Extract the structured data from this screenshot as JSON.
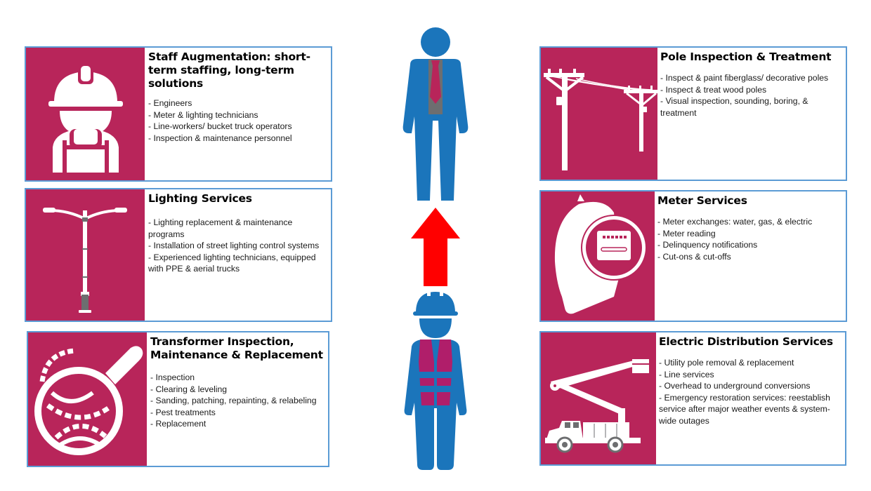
{
  "colors": {
    "accent_magenta": "#b8255a",
    "border_blue": "#5b9bd5",
    "figure_blue": "#1b75bb",
    "arrow_red": "#ff0000",
    "tie_gray": "#6d6e70"
  },
  "left_column": [
    {
      "title": "Staff Augmentation: short-term staffing, long-term solutions",
      "icon": "worker-hardhat-icon",
      "items": [
        "Engineers",
        "Meter & lighting technicians",
        "Line-workers/ bucket truck operators",
        "Inspection & maintenance personnel"
      ]
    },
    {
      "title": "Lighting Services",
      "icon": "street-light-icon",
      "items": [
        "Lighting replacement & maintenance programs",
        "Installation of street lighting control systems",
        "Experienced lighting technicians, equipped with PPE & aerial trucks"
      ]
    },
    {
      "title": "Transformer Inspection, Maintenance & Replacement",
      "icon": "magnifier-gears-icon",
      "items": [
        "Inspection",
        "Clearing & leveling",
        "Sanding, patching, repainting, & relabeling",
        "Pest treatments",
        "Replacement"
      ]
    }
  ],
  "right_column": [
    {
      "title": "Pole Inspection & Treatment",
      "icon": "utility-poles-icon",
      "items": [
        "Inspect & paint fiberglass/ decorative poles",
        "Inspect & treat wood poles",
        "Visual inspection, sounding, boring, & treatment"
      ]
    },
    {
      "title": "Meter Services",
      "icon": "utility-meter-icon",
      "items": [
        "Meter exchanges: water, gas, & electric",
        "Meter reading",
        "Delinquency notifications",
        "Cut-ons & cut-offs"
      ]
    },
    {
      "title": "Electric Distribution Services",
      "icon": "bucket-truck-icon",
      "items": [
        "Utility pole removal & replacement",
        "Line services",
        "Overhead to underground conversions",
        "Emergency restoration services: reestablish service after major weather events & system-wide outages"
      ]
    }
  ],
  "center": {
    "top_figure": "businessman-icon",
    "arrow": "arrow-up-icon",
    "bottom_figure": "field-worker-icon"
  }
}
